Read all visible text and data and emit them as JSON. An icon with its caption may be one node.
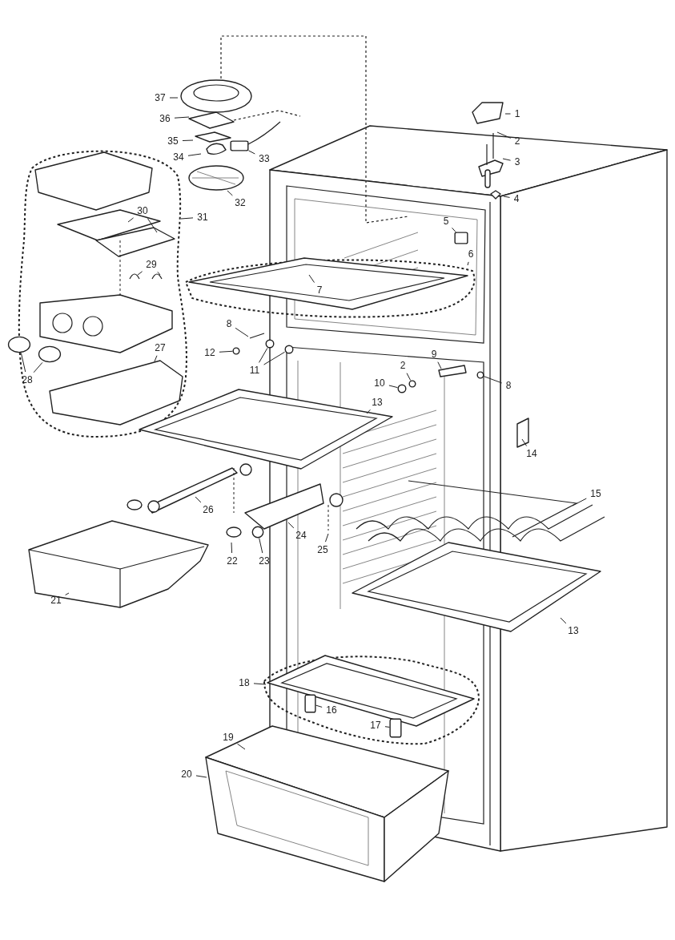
{
  "diagram": {
    "nodes": [
      {
        "text": [
          "37"
        ]
      },
      {
        "text": [
          "36"
        ]
      },
      {
        "text": [
          "35"
        ]
      },
      {
        "text": [
          "34"
        ]
      },
      {
        "text": [
          "33"
        ]
      },
      {
        "text": [
          "32"
        ]
      },
      {
        "text": [
          "31"
        ]
      },
      {
        "text": [
          "30"
        ]
      },
      {
        "text": [
          "29"
        ]
      },
      {
        "text": [
          "28"
        ]
      },
      {
        "text": [
          "27"
        ]
      },
      {
        "text": [
          "1"
        ]
      },
      {
        "text": [
          "2"
        ]
      },
      {
        "text": [
          "3"
        ]
      },
      {
        "text": [
          "4"
        ]
      },
      {
        "text": [
          "5"
        ]
      },
      {
        "text": [
          "6"
        ]
      },
      {
        "text": [
          "7"
        ]
      },
      {
        "text": [
          "8"
        ]
      },
      {
        "text": [
          "12"
        ]
      },
      {
        "text": [
          "11"
        ]
      },
      {
        "text": [
          "9"
        ]
      },
      {
        "text": [
          "10"
        ]
      },
      {
        "text": [
          "2"
        ]
      },
      {
        "text": [
          "8"
        ]
      },
      {
        "text": [
          "13"
        ]
      },
      {
        "text": [
          "14"
        ]
      },
      {
        "text": [
          "15"
        ]
      },
      {
        "text": [
          "26"
        ]
      },
      {
        "text": [
          "24"
        ]
      },
      {
        "text": [
          "25"
        ]
      },
      {
        "text": [
          "22"
        ]
      },
      {
        "text": [
          "23"
        ]
      },
      {
        "text": [
          "21"
        ]
      },
      {
        "text": [
          "13"
        ]
      },
      {
        "text": [
          "18"
        ]
      },
      {
        "text": [
          "16"
        ]
      },
      {
        "text": [
          "17"
        ]
      },
      {
        "text": [
          "19"
        ]
      },
      {
        "text": [
          "20"
        ]
      },
      {
        "text": [],
        "shape": "box"
      },
      {
        "text": [],
        "shape": "circle"
      },
      {
        "text": [],
        "shape": "circle"
      },
      {
        "text": [],
        "shape": "box"
      },
      {
        "text": [],
        "shape": "circle"
      },
      {
        "text": [],
        "shape": "circle"
      },
      {
        "text": [],
        "shape": "circle"
      },
      {
        "text": [],
        "shape": "circle"
      },
      {
        "text": [],
        "shape": "circle"
      },
      {
        "text": [],
        "shape": "circle"
      },
      {
        "text": [],
        "shape": "circle"
      },
      {
        "text": [],
        "shape": "box"
      },
      {
        "text": [],
        "shape": "box"
      }
    ],
    "edges": [
      {
        "from": 0,
        "to": null,
        "arrow": "none"
      },
      {
        "from": 1,
        "to": null,
        "arrow": "none"
      },
      {
        "from": 2,
        "to": null,
        "arrow": "none"
      },
      {
        "from": 3,
        "to": null,
        "arrow": "none"
      },
      {
        "from": 4,
        "to": 40,
        "arrow": "none"
      },
      {
        "from": 5,
        "to": null,
        "arrow": "none"
      },
      {
        "from": 6,
        "to": null,
        "arrow": "none"
      },
      {
        "from": 7,
        "to": null,
        "arrow": "none"
      },
      {
        "from": 7,
        "to": null,
        "arrow": "none"
      },
      {
        "from": 8,
        "to": null,
        "arrow": "none"
      },
      {
        "from": 8,
        "to": null,
        "arrow": "none"
      },
      {
        "from": 9,
        "to": 41,
        "arrow": "none"
      },
      {
        "from": 9,
        "to": 42,
        "arrow": "none"
      },
      {
        "from": 10,
        "to": null,
        "arrow": "none"
      },
      {
        "from": 11,
        "to": null,
        "arrow": "none"
      },
      {
        "from": 12,
        "to": null,
        "arrow": "none"
      },
      {
        "from": 13,
        "to": null,
        "arrow": "none"
      },
      {
        "from": 14,
        "to": null,
        "arrow": "none"
      },
      {
        "from": 15,
        "to": 43,
        "arrow": "none"
      },
      {
        "from": 16,
        "to": null,
        "arrow": "none"
      },
      {
        "from": 17,
        "to": null,
        "arrow": "none"
      },
      {
        "from": 18,
        "to": null,
        "arrow": "none"
      },
      {
        "from": 19,
        "to": 44,
        "arrow": "none"
      },
      {
        "from": 20,
        "to": 45,
        "arrow": "none"
      },
      {
        "from": 20,
        "to": 46,
        "arrow": "none"
      },
      {
        "from": 21,
        "to": null,
        "arrow": "none"
      },
      {
        "from": 22,
        "to": 47,
        "arrow": "none"
      },
      {
        "from": 23,
        "to": 48,
        "arrow": "none"
      },
      {
        "from": 24,
        "to": 49,
        "arrow": "none"
      },
      {
        "from": 25,
        "to": null,
        "arrow": "none"
      },
      {
        "from": 26,
        "to": null,
        "arrow": "none"
      },
      {
        "from": 27,
        "to": null,
        "arrow": "none"
      },
      {
        "from": 28,
        "to": null,
        "arrow": "none"
      },
      {
        "from": 29,
        "to": null,
        "arrow": "none"
      },
      {
        "from": 30,
        "to": null,
        "arrow": "none"
      },
      {
        "from": 31,
        "to": null,
        "arrow": "none"
      },
      {
        "from": 32,
        "to": 50,
        "arrow": "none"
      },
      {
        "from": 33,
        "to": null,
        "arrow": "none"
      },
      {
        "from": 34,
        "to": null,
        "arrow": "none"
      },
      {
        "from": 35,
        "to": null,
        "arrow": "none"
      },
      {
        "from": 36,
        "to": 51,
        "arrow": "none"
      },
      {
        "from": 37,
        "to": 52,
        "arrow": "none"
      },
      {
        "from": 38,
        "to": null,
        "arrow": "none"
      },
      {
        "from": 39,
        "to": null,
        "arrow": "none"
      }
    ]
  }
}
